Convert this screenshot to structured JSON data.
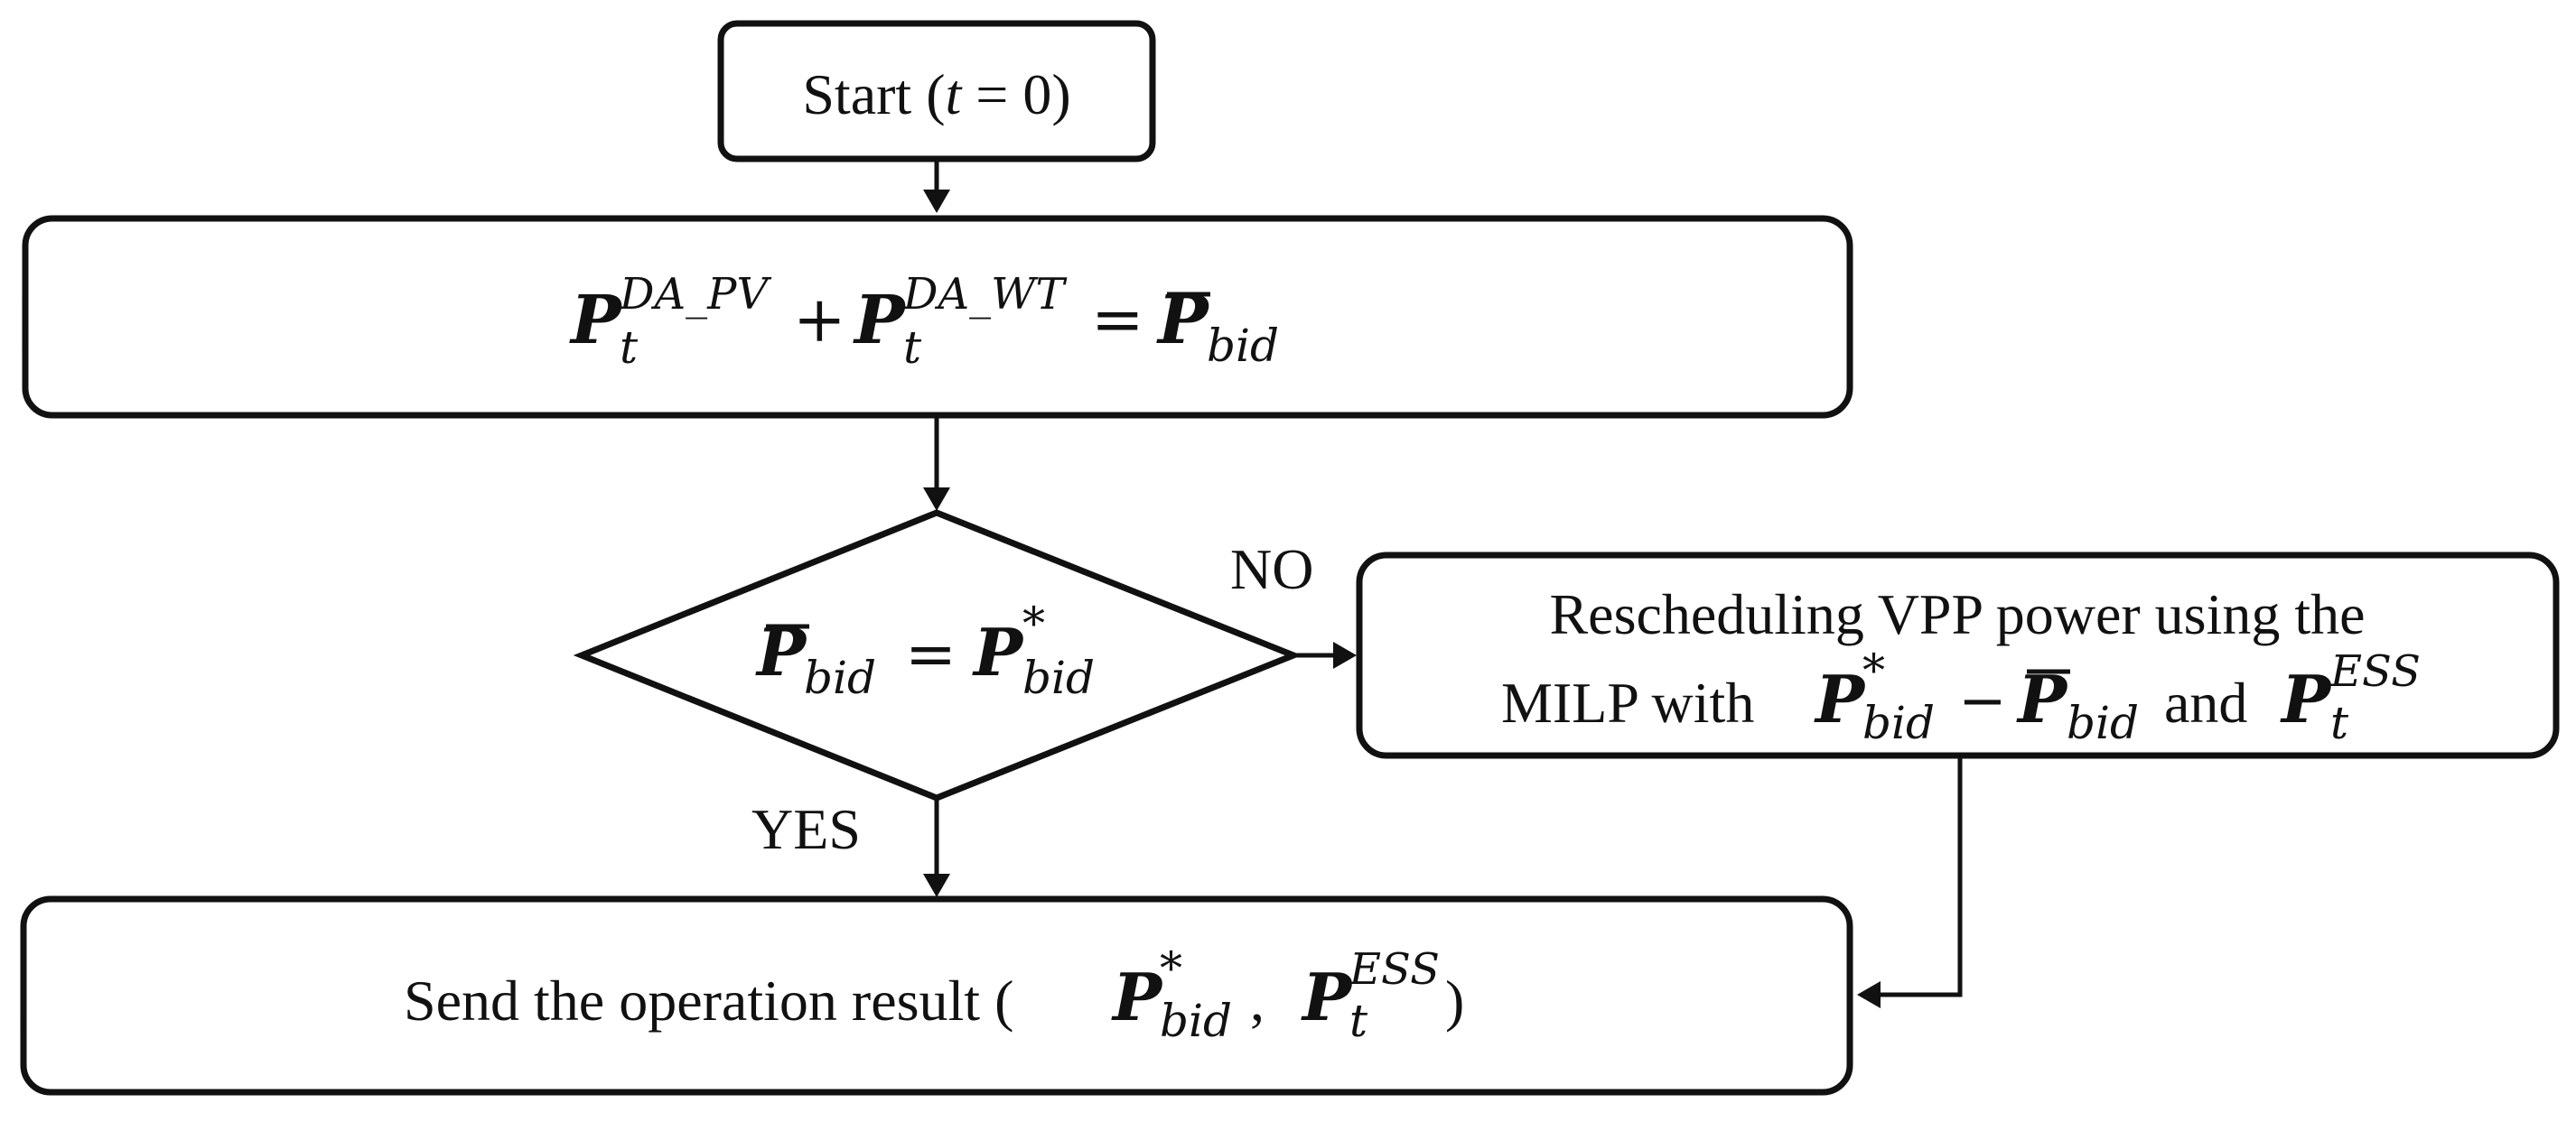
{
  "nodes": {
    "start": {
      "prefix": "Start (",
      "var": "t",
      "suffix": " = 0)"
    },
    "sum": {
      "sym_p": "P",
      "sub_t": "t",
      "sup_pv": "DA_PV",
      "plus": "+",
      "sup_wt": "DA_WT",
      "equals": "=",
      "sub_bid": "bid"
    },
    "decision": {
      "sym_p": "P",
      "sub_bid": "bid",
      "equals": "=",
      "star": "*"
    },
    "reschedule": {
      "line1": "Rescheduling VPP power using the",
      "line2_prefix": "MILP with ",
      "minus": "−",
      "and": " and ",
      "sym_p": "P",
      "sub_bid": "bid",
      "star": "*",
      "sub_t": "t",
      "sup_ess": "ESS"
    },
    "send": {
      "prefix": "Send the operation result (",
      "sym_p": "P",
      "star": "*",
      "sub_bid": "bid",
      "comma": " , ",
      "sub_t": "t",
      "sup_ess": "ESS",
      "suffix": ")"
    }
  },
  "edge_labels": {
    "no": "NO",
    "yes": "YES"
  },
  "colors": {
    "stroke": "#111111",
    "fill": "#ffffff"
  }
}
